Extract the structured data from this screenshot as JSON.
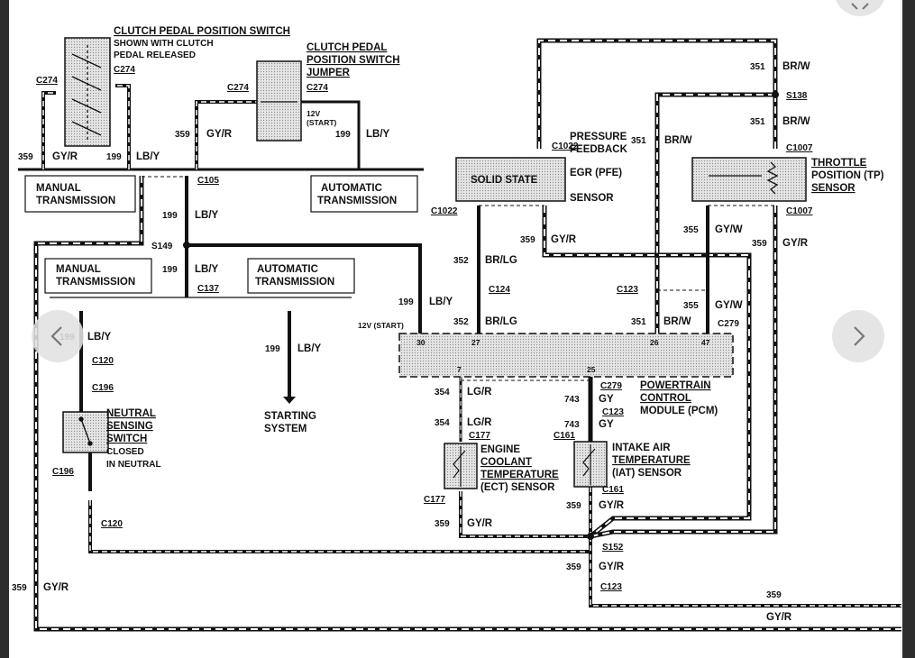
{
  "diagram": {
    "top_left": {
      "switch_title_1": "CLUTCH PEDAL POSITION SWITCH",
      "switch_title_2": "SHOWN WITH CLUTCH",
      "switch_title_3": "PEDAL RELEASED",
      "c274_a": "C274",
      "c274_b": "C274",
      "jumper_1": "CLUTCH PEDAL",
      "jumper_2": "POSITION SWITCH",
      "jumper_3": "JUMPER",
      "c274_c": "C274",
      "c274_d": "C274",
      "start_12v_1": "12V",
      "start_12v_2": "(START)",
      "w359_a": "359",
      "gyr_a": "GY/R",
      "w199_a": "199",
      "lby_a": "LB/Y",
      "w359_b": "359",
      "gyr_b": "GY/R",
      "w199_b": "199",
      "lby_b": "LB/Y",
      "manual_1": "MANUAL",
      "manual_2": "TRANSMISSION",
      "auto_1": "AUTOMATIC",
      "auto_2": "TRANSMISSION",
      "c105": "C105",
      "w199_c": "199",
      "lby_c": "LB/Y",
      "s149": "S149",
      "w199_d": "199",
      "lby_d": "LB/Y",
      "c137": "C137",
      "manual_b1": "MANUAL",
      "manual_b2": "TRANSMISSION",
      "auto_b1": "AUTOMATIC",
      "auto_b2": "TRANSMISSION"
    },
    "left_lower": {
      "w199_e": "199",
      "lby_e": "LB/Y",
      "c120_a": "C120",
      "c196_a": "C196",
      "neutral_1": "NEUTRAL",
      "neutral_2": "SENSING",
      "neutral_3": "SWITCH",
      "neutral_4": "CLOSED",
      "neutral_5": "IN NEUTRAL",
      "c196_b": "C196",
      "c120_b": "C120",
      "w199_f": "199",
      "lby_f": "LB/Y",
      "starting_1": "STARTING",
      "starting_2": "SYSTEM",
      "w359_left": "359",
      "gyr_left": "GY/R"
    },
    "right_side": {
      "w351_a": "351",
      "brw_a": "BR/W",
      "s138": "S138",
      "w351_b": "351",
      "brw_b": "BR/W",
      "c1022_a": "C1022",
      "w351_c": "351",
      "brw_c": "BR/W",
      "c1007_a": "C1007",
      "pfe_1": "PRESSURE",
      "pfe_2": "FEEDBACK",
      "pfe_3": "EGR (PFE)",
      "pfe_4": "SENSOR",
      "solid_state": "SOLID STATE",
      "tp_1": "THROTTLE",
      "tp_2": "POSITION (TP)",
      "tp_3": "SENSOR",
      "c1022_b": "C1022",
      "c1007_b": "C1007",
      "w359_c": "359",
      "gyr_c": "GY/R",
      "w355_a": "355",
      "gyw_a": "GY/W",
      "w359_d": "359",
      "gyr_d": "GY/R",
      "w352_a": "352",
      "brlg_a": "BR/LG",
      "c124": "C124",
      "c123_a": "C123",
      "w355_b": "355",
      "gyw_b": "GY/W",
      "w199_g": "199",
      "lby_g": "LB/Y",
      "start_12v_b": "12V (START)",
      "w352_b": "352",
      "brlg_b": "BR/LG",
      "w351_d": "351",
      "brw_d": "BR/W",
      "c279_a": "C279",
      "pin30": "30",
      "pin27": "27",
      "pin26": "26",
      "pin47": "47",
      "pin7": "7",
      "pin25": "25",
      "w354_a": "354",
      "lgr_a": "LG/R",
      "c279_b": "C279",
      "w743_a": "743",
      "gy_a": "GY",
      "c123_b": "C123",
      "pcm_1": "POWERTRAIN",
      "pcm_2": "CONTROL",
      "pcm_3": "MODULE (PCM)",
      "w354_b": "354",
      "lgr_b": "LG/R",
      "c177_a": "C177",
      "w743_b": "743",
      "gy_b": "GY",
      "c161_a": "C161",
      "ect_1": "ENGINE",
      "ect_2": "COOLANT",
      "ect_3": "TEMPERATURE",
      "ect_4": "(ECT) SENSOR",
      "iat_1": "INTAKE AIR",
      "iat_2": "TEMPERATURE",
      "iat_3": "(IAT) SENSOR",
      "c161_b": "C161",
      "c177_b": "C177",
      "w359_e": "359",
      "gyr_e": "GY/R",
      "w359_f": "359",
      "gyr_f": "GY/R",
      "s152": "S152",
      "w359_g": "359",
      "gyr_g": "GY/R",
      "c123_c": "C123",
      "w359_h": "359",
      "gyr_h": "GY/R"
    }
  },
  "nav": {
    "prev_icon": "chevron-left",
    "next_icon": "chevron-right"
  }
}
